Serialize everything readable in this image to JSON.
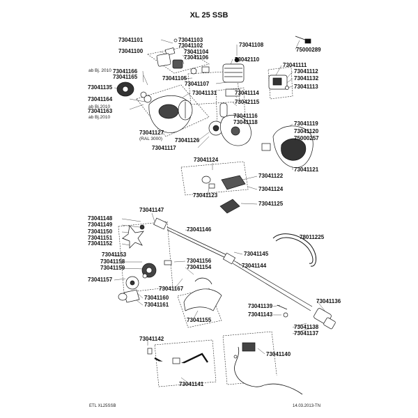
{
  "title": "XL 25 SSB",
  "footer_left": "ETL XL25SSB",
  "footer_right": "14.03.2013-TN",
  "notes": {
    "ab_bj_1": "ab Bj. 2010",
    "ab_bj_2": "ab Bj.2010",
    "ab_bj_3": "ab Bj.2010",
    "ral": "(RAL 3000)"
  },
  "parts": [
    "73041101",
    "73041103",
    "73041102",
    "73041100",
    "73041104",
    "73041106",
    "73041108",
    "75000289",
    "73042110",
    "73041111",
    "73041112",
    "73041132",
    "73041113",
    "73041166",
    "73041165",
    "73041105",
    "73041107",
    "73041135",
    "73041131",
    "73041114",
    "73042115",
    "73041164",
    "73041163",
    "73041116",
    "73041118",
    "73041127",
    "73041126",
    "73041117",
    "73041119",
    "73041120",
    "75000257",
    "73041121",
    "73041124",
    "73041122",
    "73041124",
    "73041123",
    "73041125",
    "73041147",
    "73041148",
    "73041149",
    "73041146",
    "73041150",
    "73041151",
    "73041152",
    "78011225",
    "73041153",
    "73041145",
    "73041158",
    "73041159",
    "73041156",
    "73041154",
    "73041144",
    "73041157",
    "73041160",
    "73041161",
    "73041167",
    "73041155",
    "73041136",
    "73041139",
    "73041143",
    "73041138",
    "73041137",
    "73041142",
    "73041140",
    "73041141"
  ]
}
